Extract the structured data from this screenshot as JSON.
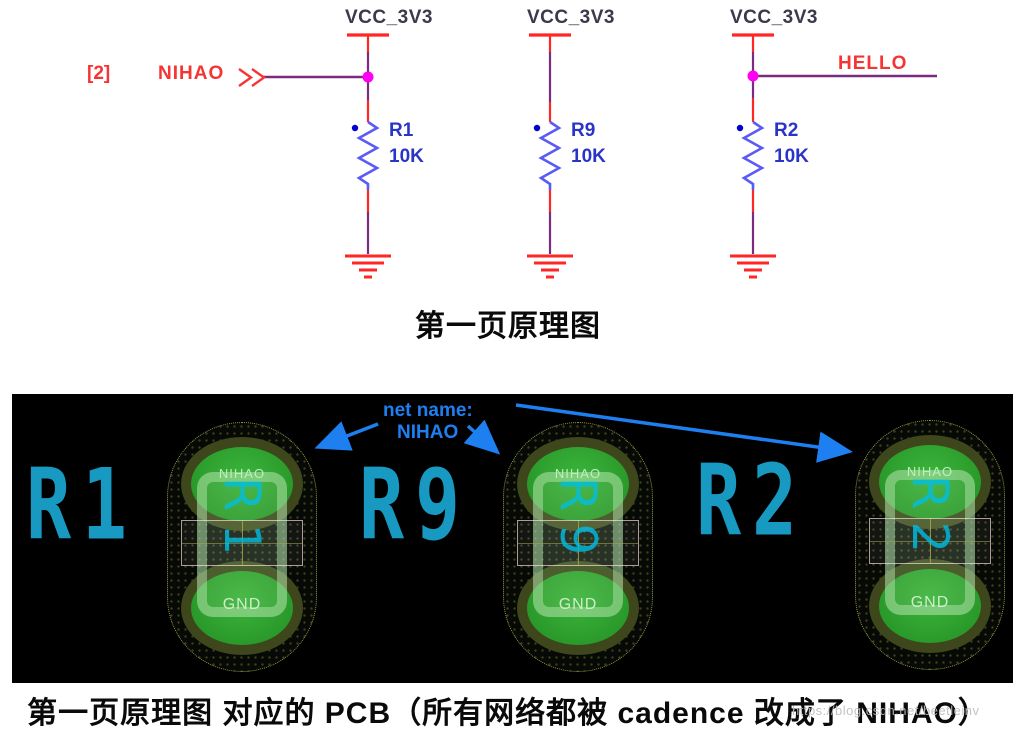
{
  "schematic": {
    "page_ref": "[2]",
    "net_in": "NIHAO",
    "net_out": "HELLO",
    "power_net": "VCC_3V3",
    "resistors": [
      {
        "refdes": "R1",
        "value": "10K"
      },
      {
        "refdes": "R9",
        "value": "10K"
      },
      {
        "refdes": "R2",
        "value": "10K"
      }
    ],
    "caption": "第一页原理图"
  },
  "pcb": {
    "annotation": {
      "line1": "net name:",
      "line2": "NIHAO"
    },
    "footprints": [
      {
        "refdes": "R1",
        "top_pad_net": "NIHAO",
        "bottom_pad_net": "GND"
      },
      {
        "refdes": "R9",
        "top_pad_net": "NIHAO",
        "bottom_pad_net": "GND"
      },
      {
        "refdes": "R2",
        "top_pad_net": "NIHAO",
        "bottom_pad_net": "GND"
      }
    ],
    "caption": "第一页原理图 对应的 PCB（所有网络都被 cadence 改成了 NIHAO）",
    "watermark": "https://blog.csdn.net/beetleinv"
  },
  "colors": {
    "schematic_red": "#f63434",
    "wire_purple": "#7b2b80",
    "wire_red": "#ff2626",
    "junction_magenta": "#ff00f0",
    "resistor_blue": "#5a5af5",
    "part_text_blue": "#2a35c8",
    "power_text": "#3a3a4c",
    "pcb_pad_green": "#2da42d",
    "pcb_refdes_teal": "#1899c2",
    "pcb_annotation_blue": "#1e7ff0",
    "pcb_background": "#000000"
  }
}
